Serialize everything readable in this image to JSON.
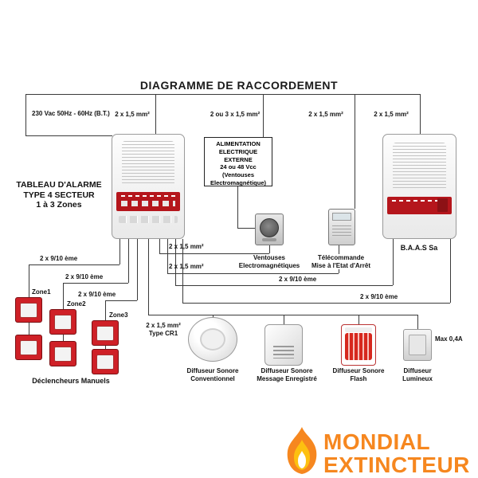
{
  "title": "DIAGRAMME DE RACCORDEMENT",
  "labels": {
    "mains": "230 Vac 50Hz - 60Hz (B.T.)",
    "top_panel": "2 x 1,5 mm²",
    "top_alim": "2 ou 3 x 1,5 mm²",
    "top_remote": "2 x 1,5 mm²",
    "top_baas": "2 x 1,5 mm²",
    "mid_ventouse": "2 x 1,5 mm²",
    "mid_remote": "2 x 1,5 mm²",
    "zone1_wire": "2 x 9/10 ème",
    "zone2_wire": "2 x 9/10 ème",
    "zone3_wire": "2 x 9/10 ème",
    "baas_wire": "2 x 9/10 ème",
    "baas_wire2": "2 x 9/10 ème",
    "cr1": "2 x 1,5 mm²\nType CR1",
    "max_current": "Max 0,4A"
  },
  "components": {
    "panel_title": "TABLEAU D'ALARME\nTYPE 4 SECTEUR\n1 à 3 Zones",
    "alim_box": "ALIMENTATION\nELECTRIQUE\nEXTERNE\n24 ou 48 Vcc\n(Ventouses\nElectromagnétique)",
    "ventouses": "Ventouses\nElectromagnétiques",
    "telecommande": "Télécommande\nMise à l'Etat d'Arrêt",
    "baas": "B.A.A.S Sa",
    "zones": [
      "Zone1",
      "Zone2",
      "Zone3"
    ],
    "declencheurs": "Déclencheurs Manuels",
    "diff_conventionnel": "Diffuseur Sonore\nConventionnel",
    "diff_message": "Diffuseur Sonore\nMessage Enregistré",
    "diff_flash": "Diffuseur Sonore\nFlash",
    "diff_lumineux": "Diffuseur\nLumineux"
  },
  "logo": {
    "line1": "MONDIAL",
    "line2": "EXTINCTEUR",
    "color": "#f6871f"
  },
  "colors": {
    "wire": "#3a3a3a",
    "alarm_red": "#b5161c",
    "callpoint_red": "#cf2027",
    "flame_yellow": "#fdc010"
  }
}
